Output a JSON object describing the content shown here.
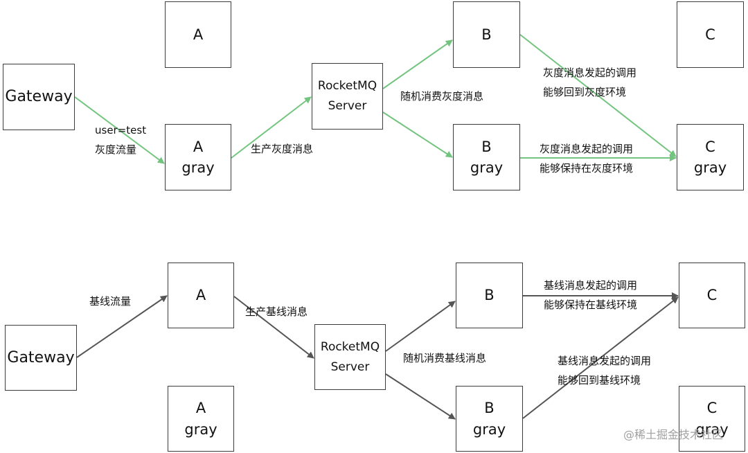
{
  "colors": {
    "gray_flow": "#72c47f",
    "base_flow": "#555555",
    "border": "#3a3a3a"
  },
  "top": {
    "nodes": {
      "gateway": [
        "Gateway"
      ],
      "a": [
        "A"
      ],
      "a_gray": [
        "A",
        "gray"
      ],
      "mq": [
        "RocketMQ",
        "Server"
      ],
      "b": [
        "B"
      ],
      "b_gray": [
        "B",
        "gray"
      ],
      "c": [
        "C"
      ],
      "c_gray": [
        "C",
        "gray"
      ]
    },
    "labels": {
      "gw_to_agray": [
        "user=test",
        "灰度流量"
      ],
      "agray_to_mq": [
        "生产灰度消息"
      ],
      "mq_out": [
        "随机消费灰度消息"
      ],
      "b_to_cgray": [
        "灰度消息发起的调用",
        "能够回到灰度环境"
      ],
      "bgray_to_cgray": [
        "灰度消息发起的调用",
        "能够保持在灰度环境"
      ]
    }
  },
  "bottom": {
    "nodes": {
      "gateway": [
        "Gateway"
      ],
      "a": [
        "A"
      ],
      "a_gray": [
        "A",
        "gray"
      ],
      "mq": [
        "RocketMQ",
        "Server"
      ],
      "b": [
        "B"
      ],
      "b_gray": [
        "B",
        "gray"
      ],
      "c": [
        "C"
      ],
      "c_gray": [
        "C",
        "gray"
      ]
    },
    "labels": {
      "gw_to_a": [
        "基线流量"
      ],
      "a_to_mq": [
        "生产基线消息"
      ],
      "mq_out": [
        "随机消费基线消息"
      ],
      "b_to_c": [
        "基线消息发起的调用",
        "能够保持在基线环境"
      ],
      "bgray_to_c": [
        "基线消息发起的调用",
        "能够回到基线环境"
      ]
    }
  },
  "watermark": "@稀土掘金技术社区"
}
